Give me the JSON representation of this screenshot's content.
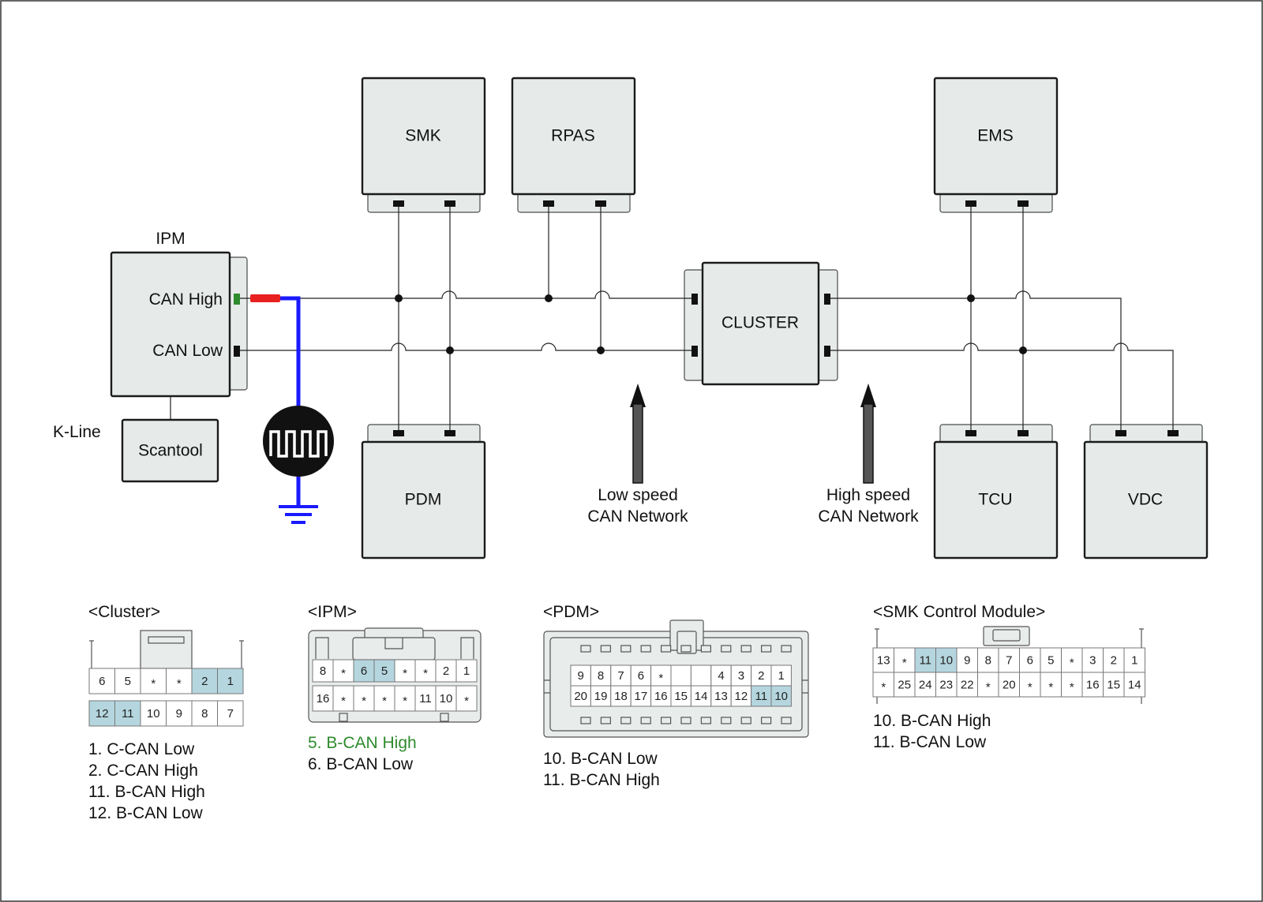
{
  "modules": {
    "smk": "SMK",
    "rpas": "RPAS",
    "ems": "EMS",
    "ipm": "IPM",
    "cluster": "CLUSTER",
    "pdm": "PDM",
    "tcu": "TCU",
    "vdc": "VDC",
    "scantool": "Scantool"
  },
  "ipm_pins": {
    "can_high": "CAN High",
    "can_low": "CAN Low"
  },
  "k_line": "K-Line",
  "network_labels": {
    "low_speed": [
      "Low speed",
      "CAN Network"
    ],
    "high_speed": [
      "High speed",
      "CAN Network"
    ]
  },
  "colors": {
    "can_high_label": "#2e8b2e",
    "probe_red": "#e82020",
    "probe_blue": "#1a1aff",
    "highlight_cell": "#b5d6df",
    "module_fill": "#e6ebea"
  },
  "connectors": {
    "cluster": {
      "title": "<Cluster>",
      "row1": [
        "6",
        "5",
        "*",
        "*",
        "2",
        "1"
      ],
      "row2": [
        "12",
        "11",
        "10",
        "9",
        "8",
        "7"
      ],
      "highlight": [
        "2",
        "1",
        "12",
        "11"
      ],
      "legend": [
        "1. C-CAN Low",
        "2. C-CAN High",
        "11. B-CAN High",
        "12. B-CAN Low"
      ]
    },
    "ipm": {
      "title": "<IPM>",
      "row1": [
        "8",
        "*",
        "6",
        "5",
        "*",
        "*",
        "2",
        "1"
      ],
      "row2": [
        "16",
        "*",
        "*",
        "*",
        "*",
        "11",
        "10",
        "*"
      ],
      "highlight": [
        "6",
        "5"
      ],
      "legend": [
        "5. B-CAN High",
        "6. B-CAN Low"
      ],
      "legend_highlight_index": 0
    },
    "pdm": {
      "title": "<PDM>",
      "row1": [
        "9",
        "8",
        "7",
        "6",
        "*",
        "",
        "",
        "4",
        "3",
        "2",
        "1"
      ],
      "row2": [
        "20",
        "19",
        "18",
        "17",
        "16",
        "15",
        "14",
        "13",
        "12",
        "11",
        "10"
      ],
      "highlight": [
        "11",
        "10"
      ],
      "legend": [
        "10. B-CAN Low",
        "11. B-CAN High"
      ]
    },
    "smk": {
      "title": "<SMK Control Module>",
      "row1": [
        "13",
        "*",
        "11",
        "10",
        "9",
        "8",
        "7",
        "6",
        "5",
        "*",
        "3",
        "2",
        "1"
      ],
      "row2": [
        "*",
        "25",
        "24",
        "23",
        "22",
        "*",
        "20",
        "*",
        "*",
        "*",
        "16",
        "15",
        "14"
      ],
      "highlight": [
        "11",
        "10"
      ],
      "legend": [
        "10. B-CAN High",
        "11. B-CAN Low"
      ]
    }
  }
}
